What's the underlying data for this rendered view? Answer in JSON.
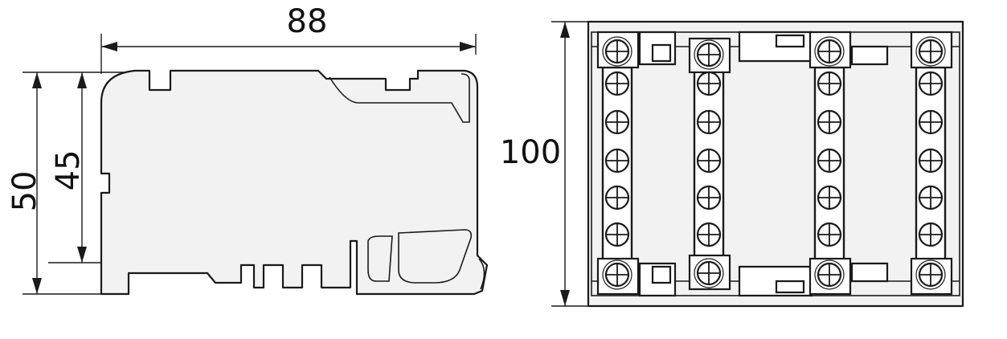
{
  "dimensions": {
    "width_side": "88",
    "height_total": "50",
    "height_rail": "45",
    "length_top": "100"
  },
  "colors": {
    "line": "#1a1a1a",
    "fill": "#f2f2f2",
    "background": "#ffffff"
  }
}
